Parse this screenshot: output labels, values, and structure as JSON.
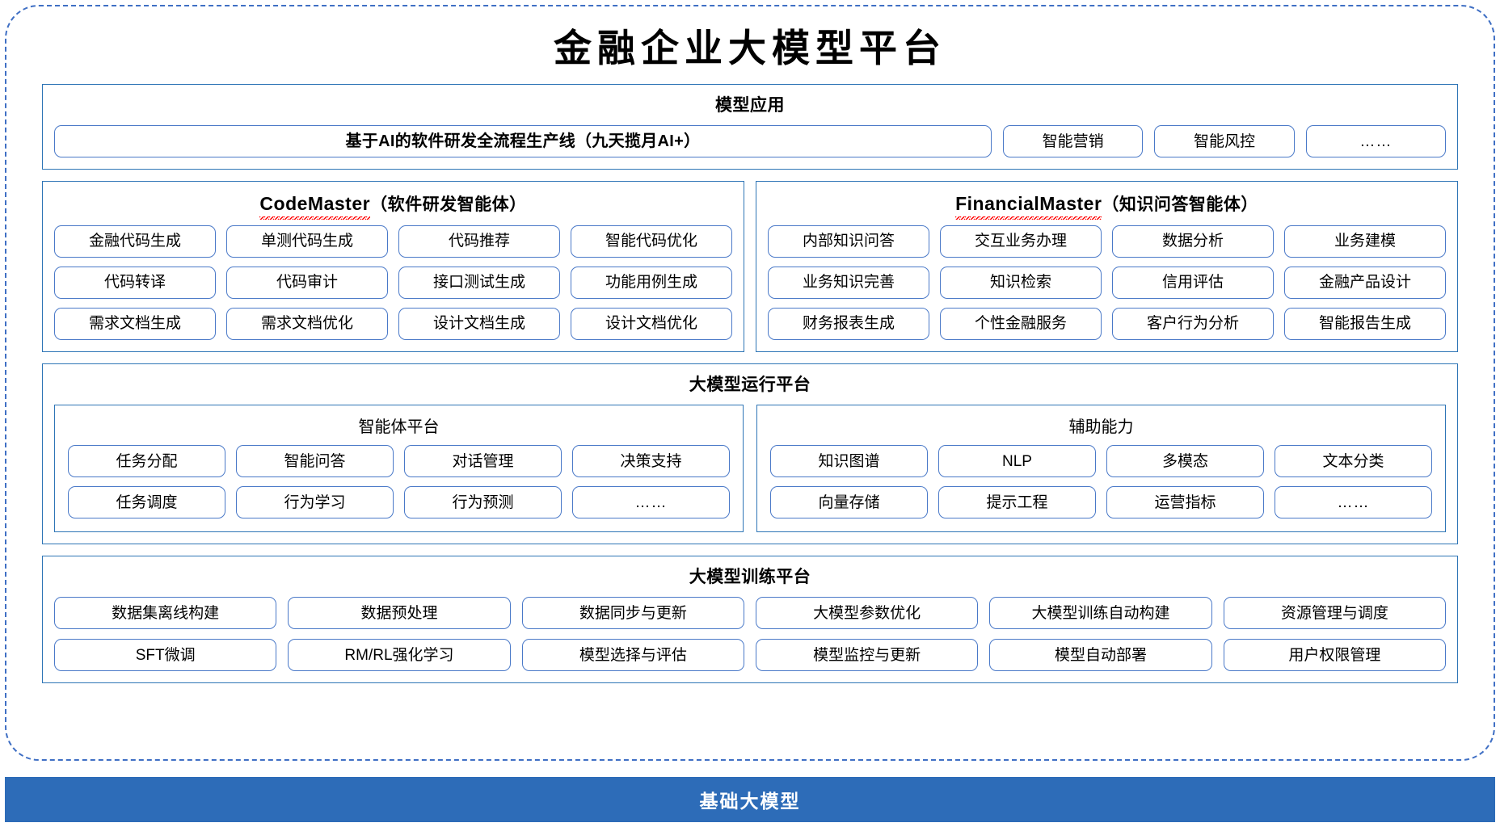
{
  "title": "金融企业大模型平台",
  "colors": {
    "frame_dashed": "#3f6fc4",
    "panel_border": "#2e75b6",
    "chip_border": "#4a79c8",
    "base_band": "#2d6cb8",
    "squiggle": "#ff0000",
    "text": "#000000",
    "base_band_text": "#ffffff"
  },
  "model_application": {
    "heading": "模型应用",
    "primary": "基于AI的软件研发全流程生产线（九天揽月AI+）",
    "items": [
      "智能营销",
      "智能风控",
      "……"
    ]
  },
  "agents": [
    {
      "name_en": "CodeMaster",
      "name_cn": "（软件研发智能体）",
      "spellcheck_underline": true,
      "items": [
        "金融代码生成",
        "单测代码生成",
        "代码推荐",
        "智能代码优化",
        "代码转译",
        "代码审计",
        "接口测试生成",
        "功能用例生成",
        "需求文档生成",
        "需求文档优化",
        "设计文档生成",
        "设计文档优化"
      ]
    },
    {
      "name_en": "FinancialMaster",
      "name_cn": "（知识问答智能体）",
      "spellcheck_underline": true,
      "items": [
        "内部知识问答",
        "交互业务办理",
        "数据分析",
        "业务建模",
        "业务知识完善",
        "知识检索",
        "信用评估",
        "金融产品设计",
        "财务报表生成",
        "个性金融服务",
        "客户行为分析",
        "智能报告生成"
      ]
    }
  ],
  "runtime_platform": {
    "heading": "大模型运行平台",
    "subpanels": [
      {
        "title": "智能体平台",
        "items": [
          "任务分配",
          "智能问答",
          "对话管理",
          "决策支持",
          "任务调度",
          "行为学习",
          "行为预测",
          "……"
        ]
      },
      {
        "title": "辅助能力",
        "items": [
          "知识图谱",
          "NLP",
          "多模态",
          "文本分类",
          "向量存储",
          "提示工程",
          "运营指标",
          "……"
        ]
      }
    ]
  },
  "training_platform": {
    "heading": "大模型训练平台",
    "items": [
      "数据集离线构建",
      "数据预处理",
      "数据同步与更新",
      "大模型参数优化",
      "大模型训练自动构建",
      "资源管理与调度",
      "SFT微调",
      "RM/RL强化学习",
      "模型选择与评估",
      "模型监控与更新",
      "模型自动部署",
      "用户权限管理"
    ]
  },
  "base_model": {
    "label": "基础大模型"
  }
}
